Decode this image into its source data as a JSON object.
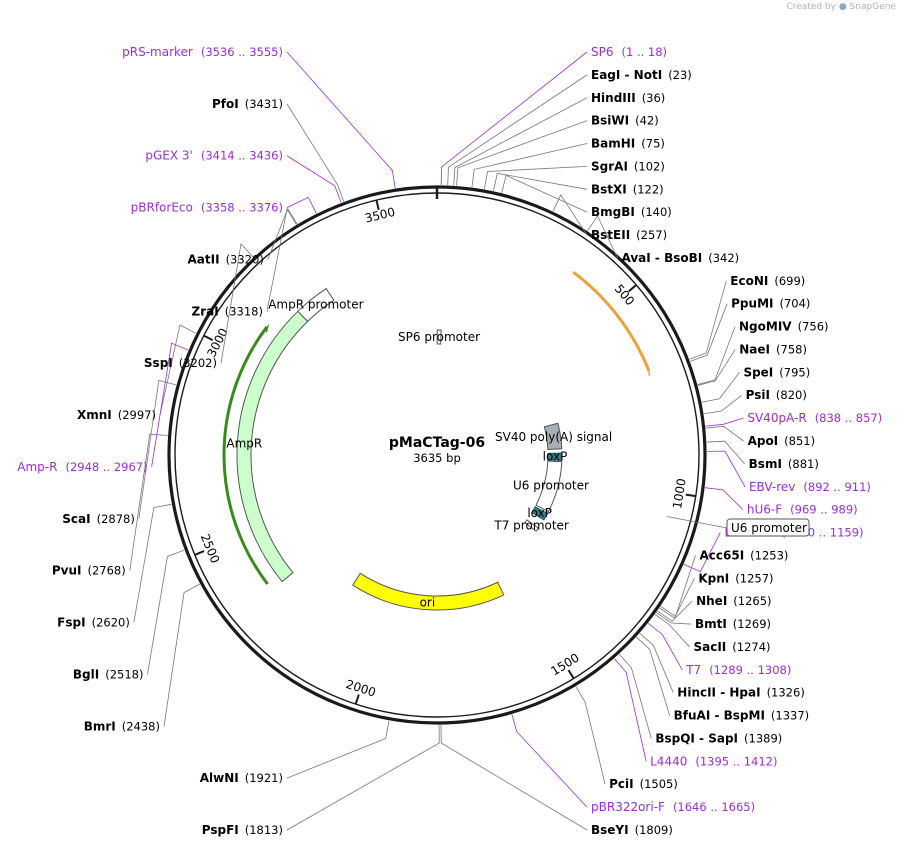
{
  "credit": {
    "prefix": "Created by",
    "brand": "SnapGene"
  },
  "plasmid": {
    "name": "pMaCTag-06",
    "size_label": "3635 bp",
    "length": 3635
  },
  "ticks": [
    {
      "label": "500",
      "pos": 500
    },
    {
      "label": "1000",
      "pos": 1000
    },
    {
      "label": "1500",
      "pos": 1500
    },
    {
      "label": "2000",
      "pos": 2000
    },
    {
      "label": "2500",
      "pos": 2500
    },
    {
      "label": "3000",
      "pos": 3000
    },
    {
      "label": "3500",
      "pos": 3500
    }
  ],
  "sites": [
    {
      "name": "EagI",
      "sep": " - ",
      "name2": "NotI",
      "pos_label": "(23)",
      "pos": 23,
      "side": "right"
    },
    {
      "name": "HindIII",
      "pos_label": "(36)",
      "pos": 36,
      "side": "right"
    },
    {
      "name": "BsiWI",
      "pos_label": "(42)",
      "pos": 42,
      "side": "right"
    },
    {
      "name": "BamHI",
      "pos_label": "(75)",
      "pos": 75,
      "side": "right"
    },
    {
      "name": "SgrAI",
      "pos_label": "(102)",
      "pos": 102,
      "side": "right"
    },
    {
      "name": "BstXI",
      "pos_label": "(122)",
      "pos": 122,
      "side": "right"
    },
    {
      "name": "BmgBI",
      "pos_label": "(140)",
      "pos": 140,
      "side": "right"
    },
    {
      "name": "BstEII",
      "pos_label": "(257)",
      "pos": 257,
      "side": "right"
    },
    {
      "name": "AvaI",
      "sep": " - ",
      "name2": "BsoBI",
      "pos_label": "(342)",
      "pos": 342,
      "side": "right"
    },
    {
      "name": "EcoNI",
      "pos_label": "(699)",
      "pos": 699,
      "side": "right"
    },
    {
      "name": "PpuMI",
      "pos_label": "(704)",
      "pos": 704,
      "side": "right"
    },
    {
      "name": "NgoMIV",
      "pos_label": "(756)",
      "pos": 756,
      "side": "right"
    },
    {
      "name": "NaeI",
      "pos_label": "(758)",
      "pos": 758,
      "side": "right"
    },
    {
      "name": "SpeI",
      "pos_label": "(795)",
      "pos": 795,
      "side": "right"
    },
    {
      "name": "PsiI",
      "pos_label": "(820)",
      "pos": 820,
      "side": "right"
    },
    {
      "name": "ApoI",
      "pos_label": "(851)",
      "pos": 851,
      "side": "right"
    },
    {
      "name": "BsmI",
      "pos_label": "(881)",
      "pos": 881,
      "side": "right"
    },
    {
      "name": "Acc65I",
      "pos_label": "(1253)",
      "pos": 1253,
      "side": "right"
    },
    {
      "name": "KpnI",
      "pos_label": "(1257)",
      "pos": 1257,
      "side": "right"
    },
    {
      "name": "NheI",
      "pos_label": "(1265)",
      "pos": 1265,
      "side": "right"
    },
    {
      "name": "BmtI",
      "pos_label": "(1269)",
      "pos": 1269,
      "side": "right"
    },
    {
      "name": "SacII",
      "pos_label": "(1274)",
      "pos": 1274,
      "side": "right"
    },
    {
      "name": "HincII",
      "sep": " - ",
      "name2": "HpaI",
      "pos_label": "(1326)",
      "pos": 1326,
      "side": "right"
    },
    {
      "name": "BfuAI",
      "sep": " - ",
      "name2": "BspMI",
      "pos_label": "(1337)",
      "pos": 1337,
      "side": "right"
    },
    {
      "name": "BspQI",
      "sep": " - ",
      "name2": "SapI",
      "pos_label": "(1389)",
      "pos": 1389,
      "side": "right"
    },
    {
      "name": "PciI",
      "pos_label": "(1505)",
      "pos": 1505,
      "side": "right"
    },
    {
      "name": "BseYI",
      "pos_label": "(1809)",
      "pos": 1809,
      "side": "right"
    },
    {
      "name": "PspFI",
      "pos_label": "(1813)",
      "pos": 1813,
      "side": "left"
    },
    {
      "name": "AlwNI",
      "pos_label": "(1921)",
      "pos": 1921,
      "side": "left"
    },
    {
      "name": "BmrI",
      "pos_label": "(2438)",
      "pos": 2438,
      "side": "left"
    },
    {
      "name": "BglI",
      "pos_label": "(2518)",
      "pos": 2518,
      "side": "left"
    },
    {
      "name": "FspI",
      "pos_label": "(2620)",
      "pos": 2620,
      "side": "left"
    },
    {
      "name": "PvuI",
      "pos_label": "(2768)",
      "pos": 2768,
      "side": "left"
    },
    {
      "name": "ScaI",
      "pos_label": "(2878)",
      "pos": 2878,
      "side": "left"
    },
    {
      "name": "XmnI",
      "pos_label": "(2997)",
      "pos": 2997,
      "side": "left"
    },
    {
      "name": "SspI",
      "pos_label": "(3202)",
      "pos": 3202,
      "side": "left"
    },
    {
      "name": "ZraI",
      "pos_label": "(3318)",
      "pos": 3318,
      "side": "left"
    },
    {
      "name": "AatII",
      "pos_label": "(3320)",
      "pos": 3320,
      "side": "left"
    },
    {
      "name": "PfoI",
      "pos_label": "(3431)",
      "pos": 3431,
      "side": "left"
    }
  ],
  "primers": [
    {
      "name": "SP6",
      "range": "(1 .. 18)",
      "pos": 9,
      "side": "right"
    },
    {
      "name": "SV40pA-R",
      "range": "(838 .. 857)",
      "pos": 847,
      "side": "right"
    },
    {
      "name": "EBV-rev",
      "range": "(892 .. 911)",
      "pos": 901,
      "side": "right"
    },
    {
      "name": "hU6-F",
      "range": "(969 .. 989)",
      "pos": 979,
      "side": "right"
    },
    {
      "name": "LKO.1 5'",
      "range": "(1140 .. 1159)",
      "pos": 1150,
      "side": "right"
    },
    {
      "name": "T7",
      "range": "(1289 .. 1308)",
      "pos": 1298,
      "side": "right"
    },
    {
      "name": "L4440",
      "range": "(1395 .. 1412)",
      "pos": 1403,
      "side": "right"
    },
    {
      "name": "pBR322ori-F",
      "range": "(1646 .. 1665)",
      "pos": 1655,
      "side": "right"
    },
    {
      "name": "Amp-R",
      "range": "(2948 .. 2967)",
      "pos": 2957,
      "side": "left"
    },
    {
      "name": "pBRforEco",
      "range": "(3358 .. 3376)",
      "pos": 3367,
      "side": "left"
    },
    {
      "name": "pGEX 3'",
      "range": "(3414 .. 3436)",
      "pos": 3425,
      "side": "left"
    },
    {
      "name": "pRS-marker",
      "range": "(3536 .. 3555)",
      "pos": 3545,
      "side": "left"
    }
  ],
  "features": [
    {
      "name": "SP6 promoter",
      "start": 1,
      "end": 19,
      "color": "#ffffff",
      "stroke": "#555555"
    },
    {
      "name": "SV40 poly(A) signal",
      "start": 760,
      "end": 880,
      "color": "#a9adb4",
      "stroke": "#555555"
    },
    {
      "name": "loxP",
      "start": 900,
      "end": 934,
      "color": "#2e7f8e",
      "stroke": "#1d5560"
    },
    {
      "name": "U6 promoter",
      "start": 940,
      "end": 1180,
      "color": "#ffffff",
      "stroke": "#555555"
    },
    {
      "name": "loxP",
      "start": 1190,
      "end": 1224,
      "color": "#2e7f8e",
      "stroke": "#1d5560"
    },
    {
      "name": "T7 promoter",
      "start": 1270,
      "end": 1288,
      "color": "#ffffff",
      "stroke": "#555555"
    },
    {
      "name": "ori",
      "start": 1560,
      "end": 2150,
      "color": "#ffff00",
      "stroke": "#555555"
    },
    {
      "name": "AmpR",
      "start": 2330,
      "end": 3190,
      "color": "#ccffcc",
      "stroke": "#555555"
    },
    {
      "name": "AmpR promoter",
      "start": 3190,
      "end": 3295,
      "color": "#ffffff",
      "stroke": "#555555"
    }
  ],
  "callout": {
    "name": "U6 promoter",
    "pos": 1060
  },
  "arcs": [
    {
      "start": 370,
      "end": 690,
      "color": "#e8a33a"
    },
    {
      "start": 2350,
      "end": 3100,
      "color": "#3a8a1e"
    }
  ]
}
